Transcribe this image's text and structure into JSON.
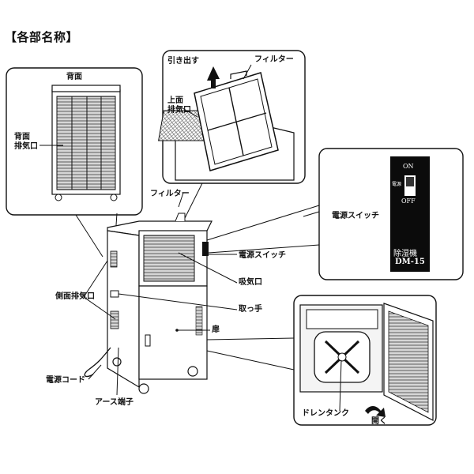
{
  "heading": "【各部名称】",
  "labels": {
    "back": "背面",
    "back_exhaust_line1": "背面",
    "back_exhaust_line2": "排気口",
    "pull_out": "引き出す",
    "filter_top": "フィルター",
    "top_exhaust_line1": "上面",
    "top_exhaust_line2": "排気口",
    "filter": "フィルター",
    "power_switch_callout": "電源スイッチ",
    "power_switch": "電源スイッチ",
    "intake": "吸気口",
    "side_exhaust": "側面排気口",
    "handle": "取っ手",
    "door": "扉",
    "power_cord": "電源コード",
    "ground_terminal": "アース端子",
    "drain_tank": "ドレンタンク",
    "open": "開く"
  },
  "switch_panel": {
    "on": "ON",
    "off": "OFF",
    "switch_label": "電源",
    "product_name": "除湿機",
    "model": "DM-15"
  },
  "colors": {
    "line": "#111111",
    "panel_black": "#0b0b0b",
    "fill_light": "#f4f4f4"
  }
}
